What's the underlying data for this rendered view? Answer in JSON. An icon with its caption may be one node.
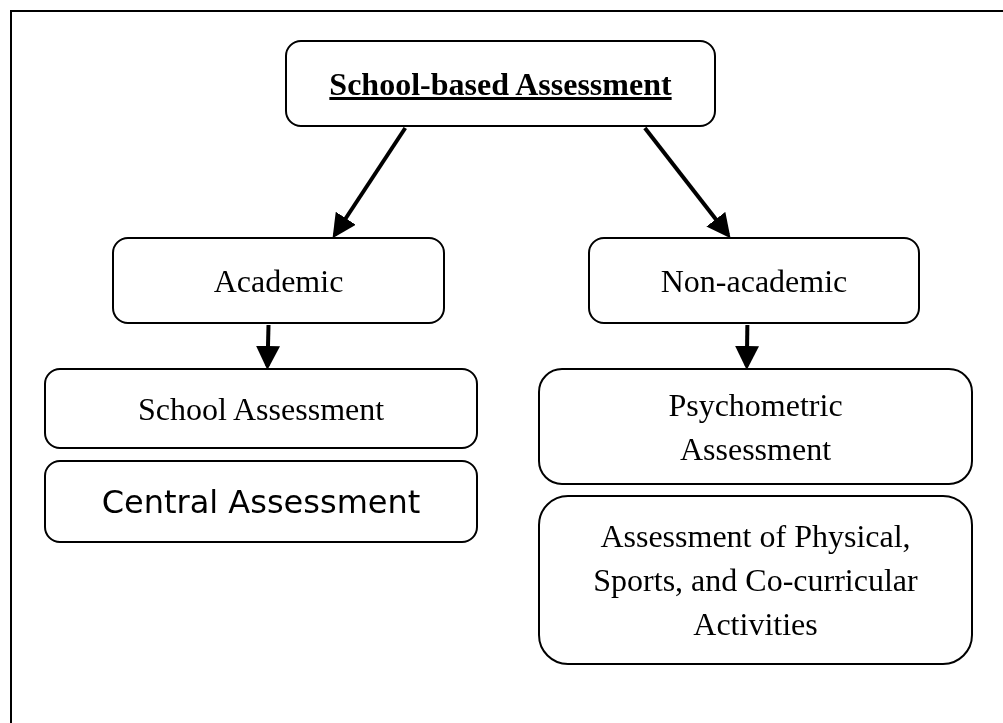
{
  "diagram": {
    "nodes": [
      {
        "text": [
          "School-based Assessment"
        ]
      },
      {
        "text": [
          "Academic"
        ]
      },
      {
        "text": [
          "Non-academic"
        ]
      },
      {
        "text": [
          "School Assessment"
        ]
      },
      {
        "text": [
          "Central Assessment"
        ]
      },
      {
        "text": [
          "Psychometric Assessment"
        ]
      },
      {
        "text": [
          "Assessment of Physical, Sports, and Co-curricular Activities"
        ]
      }
    ],
    "edges": [
      {
        "from": 0,
        "to": 1,
        "arrow": "to"
      },
      {
        "from": 0,
        "to": 2,
        "arrow": "to"
      },
      {
        "from": 1,
        "to": 3,
        "arrow": "to"
      },
      {
        "from": 2,
        "to": 5,
        "arrow": "to"
      }
    ]
  }
}
